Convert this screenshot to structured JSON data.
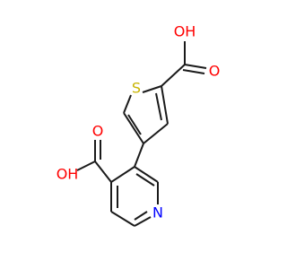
{
  "molecule": {
    "atoms": {
      "s1": {
        "symbol": "S",
        "color": "#c8b400"
      },
      "o_top_oh": {
        "symbol": "OH",
        "color": "#ff0000"
      },
      "o_top_dbl": {
        "symbol": "O",
        "color": "#ff0000"
      },
      "o_left_oh": {
        "symbol": "OH",
        "color": "#ff0000"
      },
      "o_left_dbl": {
        "symbol": "O",
        "color": "#ff0000"
      },
      "n1": {
        "symbol": "N",
        "color": "#0000ff"
      }
    },
    "bond_color": "#1a1a1a"
  }
}
